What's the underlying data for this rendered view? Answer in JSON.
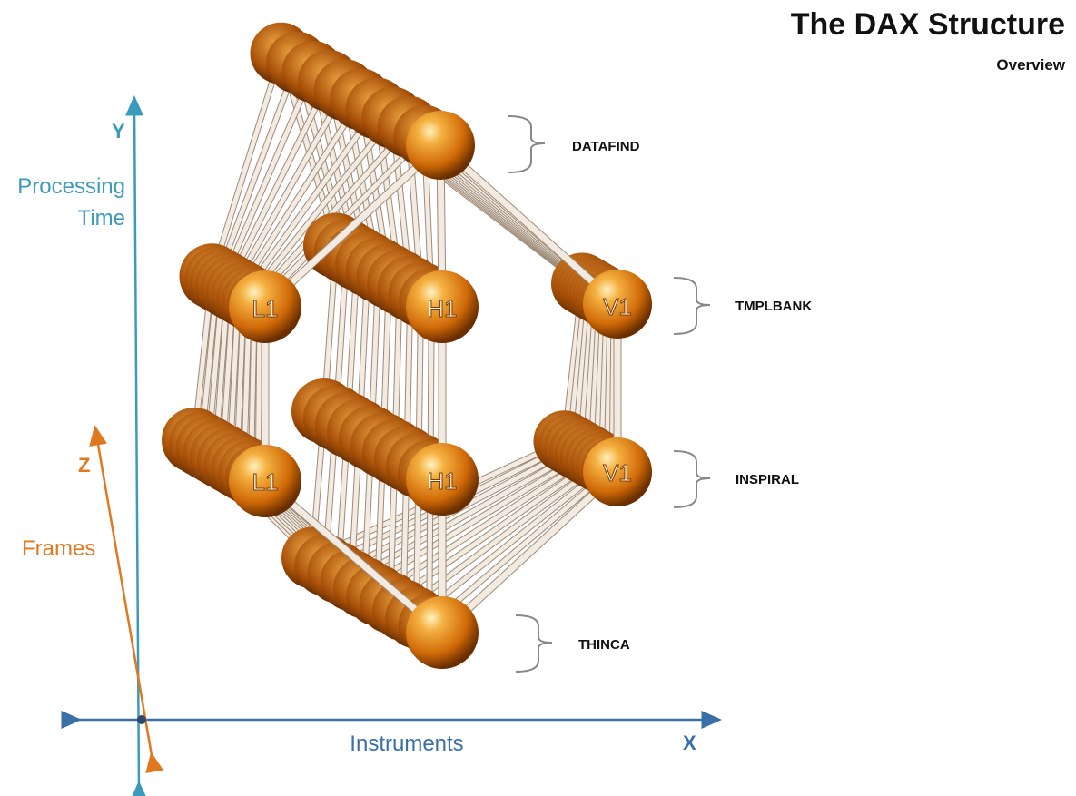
{
  "header": {
    "title": "The DAX Structure",
    "subtitle": "Overview"
  },
  "axes": {
    "y": {
      "letter": "Y",
      "label_line1": "Processing",
      "label_line2": "Time",
      "color": "#3b9bbd"
    },
    "z": {
      "letter": "Z",
      "label": "Frames",
      "color": "#e07820"
    },
    "x": {
      "letter": "X",
      "label": "Instruments",
      "color": "#3a6fa8"
    }
  },
  "stages": [
    {
      "name": "DATAFIND"
    },
    {
      "name": "TMPLBANK"
    },
    {
      "name": "INSPIRAL"
    },
    {
      "name": "THINCA"
    }
  ],
  "nodes": {
    "tmplbank": [
      "L1",
      "H1",
      "V1"
    ],
    "inspiral": [
      "L1",
      "H1",
      "V1"
    ]
  },
  "colors": {
    "sphere": "#e08a1a",
    "sphere_dark": "#8a4000",
    "rod": "#e8dccd",
    "bracket": "#777777"
  }
}
